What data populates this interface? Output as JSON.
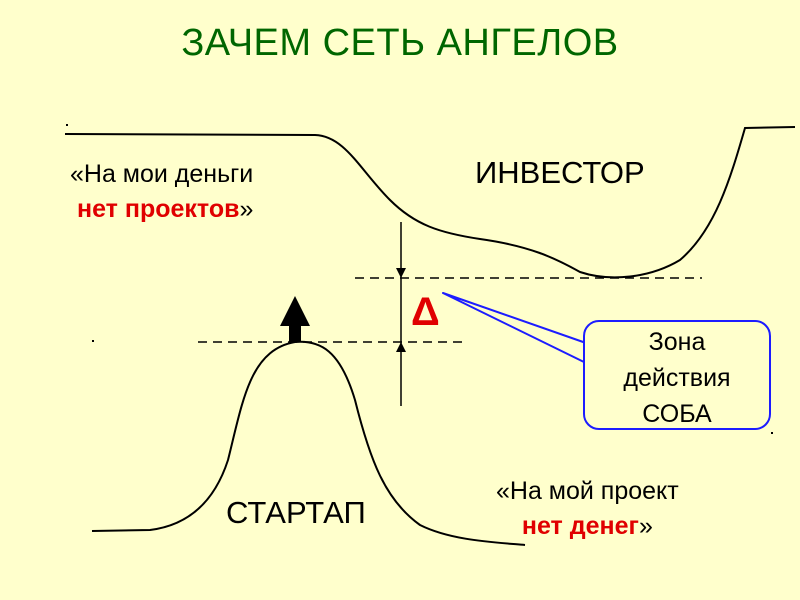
{
  "title": "ЗАЧЕМ СЕТЬ АНГЕЛОВ",
  "investor": {
    "quote_prefix": "«На мои деньги",
    "quote_emphasis": "нет проектов",
    "quote_suffix": "»",
    "label": "ИНВЕСТОР"
  },
  "startup": {
    "quote_prefix": "«На мой проект",
    "quote_emphasis": "нет денег",
    "quote_suffix": "»",
    "label": "СТАРТАП"
  },
  "gap_symbol": "Δ",
  "callout": {
    "line1": "Зона",
    "line2": "действия",
    "line3": "СОБА"
  },
  "colors": {
    "background": "#ffffcc",
    "title": "#006600",
    "emphasis": "#e00000",
    "callout_border": "#1c1cff"
  }
}
